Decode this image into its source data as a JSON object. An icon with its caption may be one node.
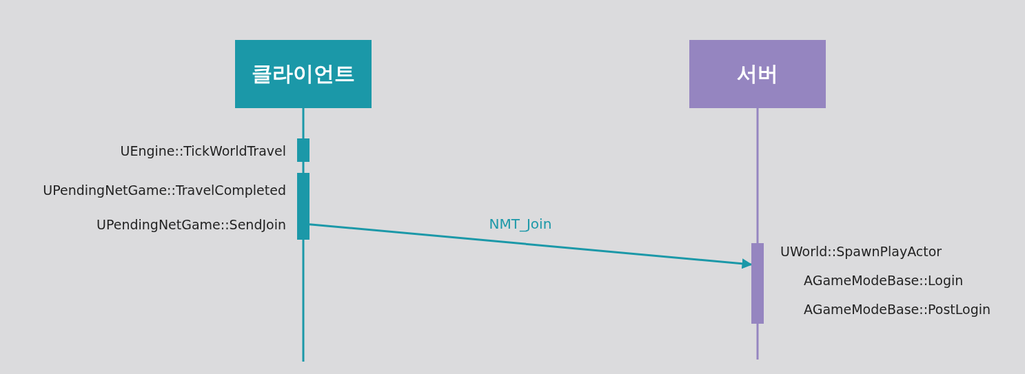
{
  "diagram": {
    "nodes": [
      {
        "text": [
          "클라이언트"
        ]
      },
      {
        "text": [
          "서버"
        ]
      },
      {
        "text": [],
        "shape": "bar",
        "beside": [
          "UEngine::TickWorldTravel"
        ]
      },
      {
        "text": [],
        "shape": "bar",
        "beside": [
          "UPendingNetGame::TravelCompleted",
          "UPendingNetGame::SendJoin"
        ]
      },
      {
        "text": [],
        "shape": "bar",
        "beside": [
          "UWorld::SpawnPlayActor",
          "AGameModeBase::Login",
          "AGameModeBase::PostLogin"
        ]
      }
    ],
    "edges": [
      {
        "from": 0,
        "to": 2,
        "arrow": "none"
      },
      {
        "from": 2,
        "to": 3,
        "arrow": "none"
      },
      {
        "from": 3,
        "to": null,
        "arrow": "none"
      },
      {
        "from": 3,
        "to": 4,
        "arrow": "to",
        "label": "NMT_Join"
      },
      {
        "from": 1,
        "to": 4,
        "arrow": "none",
        "color": "#9585c0"
      },
      {
        "from": 4,
        "to": null,
        "arrow": "none",
        "color": "#9585c0"
      }
    ]
  }
}
